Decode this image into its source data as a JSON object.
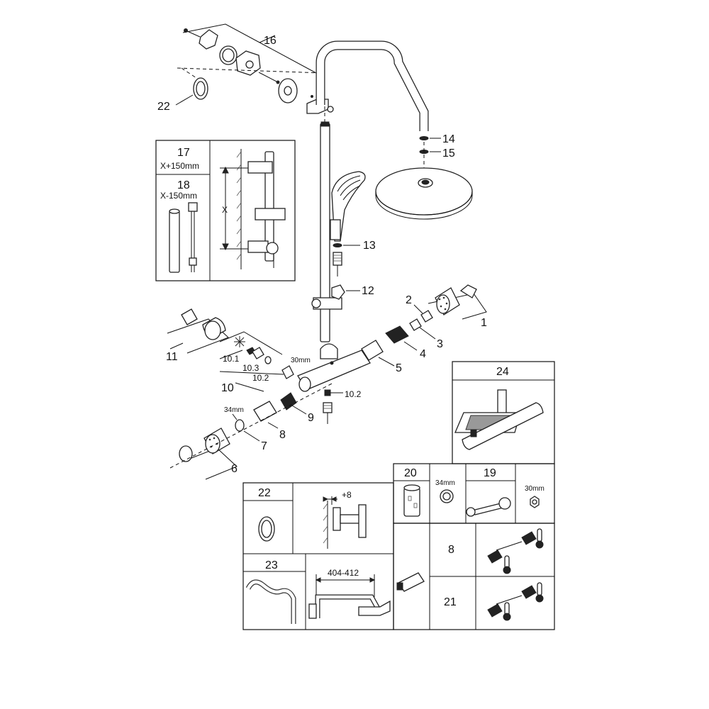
{
  "callouts": {
    "c16": "16",
    "c22": "22",
    "c14": "14",
    "c15": "15",
    "c13": "13",
    "c12": "12",
    "c2": "2",
    "c1": "1",
    "c3": "3",
    "c4": "4",
    "c5": "5",
    "c11": "11",
    "c10_1": "10.1",
    "c10_3": "10.3",
    "c10_2a": "10.2",
    "c10": "10",
    "c30mm": "30mm",
    "c10_2b": "10.2",
    "c9": "9",
    "c34mm": "34mm",
    "c8": "8",
    "c7": "7",
    "c6": "6"
  },
  "extension_box": {
    "label17": "17",
    "dim17": "X+150mm",
    "label18": "18",
    "dim18": "X-150mm",
    "dimx": "X"
  },
  "spare_panels": {
    "p24": {
      "label": "24"
    },
    "p20": {
      "label": "20",
      "size": "34mm"
    },
    "p19": {
      "label": "19",
      "size": "30mm"
    },
    "p8": {
      "label": "8"
    },
    "p21": {
      "label": "21"
    },
    "p22": {
      "label": "22",
      "dim": "+8"
    },
    "p23": {
      "label": "23",
      "dim": "404-412"
    }
  },
  "icons": [
    "wall-bracket-icon",
    "shower-head-icon",
    "hand-shower-icon",
    "thermostat-mixer-icon",
    "thermometer-icon",
    "wrench-icon",
    "nut-icon",
    "valve-cartridge-icon"
  ]
}
